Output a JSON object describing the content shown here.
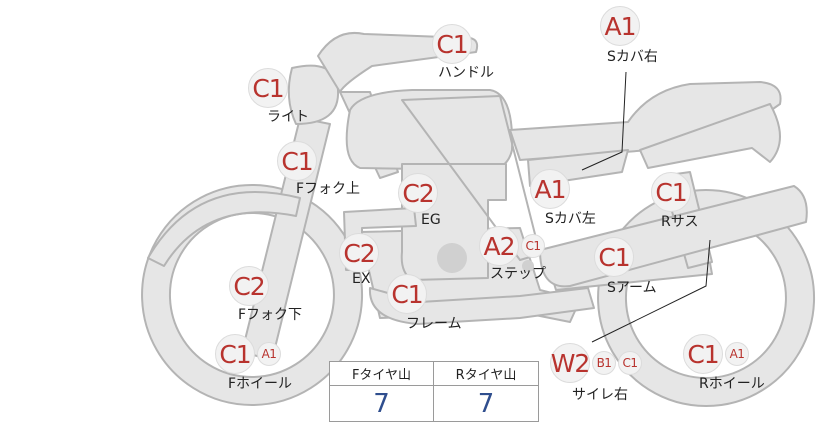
{
  "parts": {
    "handle": {
      "label": "ハンドル",
      "grades": [
        "C1"
      ]
    },
    "s_cover_r": {
      "label": "Sカバ右",
      "grades": [
        "A1"
      ]
    },
    "light": {
      "label": "ライト",
      "grades": [
        "C1"
      ]
    },
    "f_fork_up": {
      "label": "Fフォク上",
      "grades": [
        "C1"
      ]
    },
    "eg": {
      "label": "EG",
      "grades": [
        "C2"
      ]
    },
    "s_cover_l": {
      "label": "Sカバ左",
      "grades": [
        "A1"
      ]
    },
    "r_sus": {
      "label": "Rサス",
      "grades": [
        "C1"
      ]
    },
    "ex": {
      "label": "EX",
      "grades": [
        "C2"
      ]
    },
    "step": {
      "label": "ステップ",
      "grades": [
        "A2",
        "C1"
      ]
    },
    "s_arm": {
      "label": "Sアーム",
      "grades": [
        "C1"
      ]
    },
    "f_fork_low": {
      "label": "Fフォク下",
      "grades": [
        "C2"
      ]
    },
    "frame": {
      "label": "フレーム",
      "grades": [
        "C1"
      ]
    },
    "f_wheel": {
      "label": "Fホイール",
      "grades": [
        "C1",
        "A1"
      ]
    },
    "muffler": {
      "label": "サイレ右",
      "grades": [
        "W2",
        "B1",
        "C1"
      ]
    },
    "r_wheel": {
      "label": "Rホイール",
      "grades": [
        "C1",
        "A1"
      ]
    }
  },
  "tire_tread": {
    "front_label": "Fタイヤ山",
    "rear_label": "Rタイヤ山",
    "front_value": "7",
    "rear_value": "7"
  }
}
